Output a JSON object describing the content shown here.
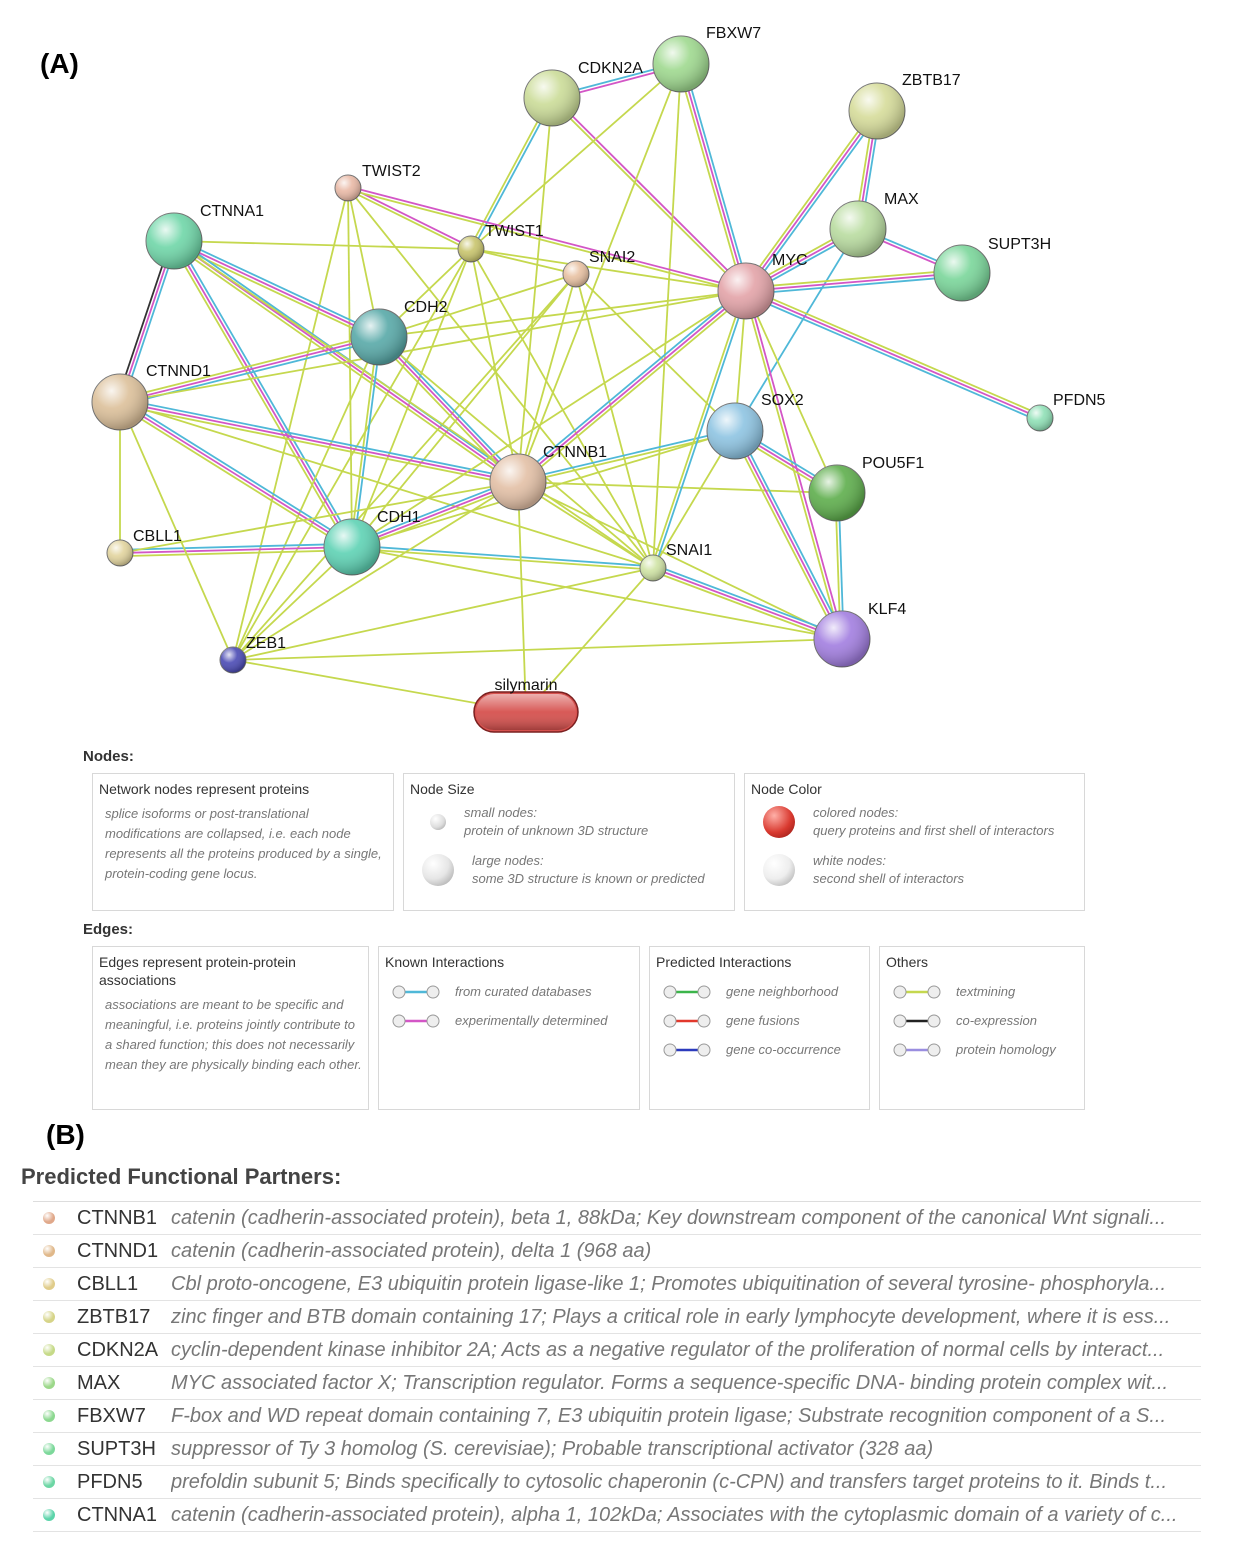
{
  "panel_a_label": "(A)",
  "panel_b_label": "(B)",
  "network": {
    "nodes": [
      {
        "id": "FBXW7",
        "label": "FBXW7",
        "color": "#9fd98f",
        "size": "large"
      },
      {
        "id": "CDKN2A",
        "label": "CDKN2A",
        "color": "#cbdc98",
        "size": "large"
      },
      {
        "id": "ZBTB17",
        "label": "ZBTB17",
        "color": "#d6dc9a",
        "size": "large"
      },
      {
        "id": "TWIST2",
        "label": "TWIST2",
        "color": "#e9b9a6",
        "size": "small"
      },
      {
        "id": "CTNNA1",
        "label": "CTNNA1",
        "color": "#6fd6a8",
        "size": "large"
      },
      {
        "id": "TWIST1",
        "label": "TWIST1",
        "color": "#c8c46c",
        "size": "small"
      },
      {
        "id": "SNAI2",
        "label": "SNAI2",
        "color": "#e8c1a2",
        "size": "small"
      },
      {
        "id": "MAX",
        "label": "MAX",
        "color": "#b9dca0",
        "size": "large"
      },
      {
        "id": "SUPT3H",
        "label": "SUPT3H",
        "color": "#7ad69a",
        "size": "large"
      },
      {
        "id": "MYC",
        "label": "MYC",
        "color": "#e3a3a8",
        "size": "large"
      },
      {
        "id": "CDH2",
        "label": "CDH2",
        "color": "#58a9a8",
        "size": "large"
      },
      {
        "id": "CTNND1",
        "label": "CTNND1",
        "color": "#dcc09a",
        "size": "large"
      },
      {
        "id": "PFDN5",
        "label": "PFDN5",
        "color": "#8fe0b6",
        "size": "small"
      },
      {
        "id": "SOX2",
        "label": "SOX2",
        "color": "#8ec4e2",
        "size": "large"
      },
      {
        "id": "CTNNB1",
        "label": "CTNNB1",
        "color": "#e3c0a6",
        "size": "large"
      },
      {
        "id": "POU5F1",
        "label": "POU5F1",
        "color": "#5eae4c",
        "size": "large"
      },
      {
        "id": "CBLL1",
        "label": "CBLL1",
        "color": "#e2d49e",
        "size": "small"
      },
      {
        "id": "CDH1",
        "label": "CDH1",
        "color": "#5ed2b4",
        "size": "large"
      },
      {
        "id": "SNAI1",
        "label": "SNAI1",
        "color": "#cfe3a4",
        "size": "small"
      },
      {
        "id": "KLF4",
        "label": "KLF4",
        "color": "#a27ee0",
        "size": "large"
      },
      {
        "id": "ZEB1",
        "label": "ZEB1",
        "color": "#4a4ab4",
        "size": "small"
      },
      {
        "id": "silymarin",
        "label": "silymarin",
        "color": "#d6514e",
        "size": "pill"
      }
    ],
    "edges": [
      {
        "from": "CDKN2A",
        "to": "FBXW7",
        "types": [
          "curated",
          "experimental"
        ]
      },
      {
        "from": "CDKN2A",
        "to": "MYC",
        "types": [
          "experimental",
          "textmining"
        ]
      },
      {
        "from": "CDKN2A",
        "to": "TWIST1",
        "types": [
          "curated",
          "textmining"
        ]
      },
      {
        "from": "CDKN2A",
        "to": "CTNNB1",
        "types": [
          "textmining"
        ]
      },
      {
        "from": "FBXW7",
        "to": "MYC",
        "types": [
          "curated",
          "experimental",
          "textmining"
        ]
      },
      {
        "from": "FBXW7",
        "to": "SNAI1",
        "types": [
          "textmining"
        ]
      },
      {
        "from": "FBXW7",
        "to": "TWIST1",
        "types": [
          "textmining"
        ]
      },
      {
        "from": "ZBTB17",
        "to": "MYC",
        "types": [
          "curated",
          "experimental",
          "textmining"
        ]
      },
      {
        "from": "ZBTB17",
        "to": "MAX",
        "types": [
          "curated",
          "experimental",
          "textmining"
        ]
      },
      {
        "from": "MAX",
        "to": "MYC",
        "types": [
          "curated",
          "experimental",
          "textmining"
        ]
      },
      {
        "from": "MAX",
        "to": "SUPT3H",
        "types": [
          "curated",
          "experimental"
        ]
      },
      {
        "from": "MAX",
        "to": "SOX2",
        "types": [
          "curated"
        ]
      },
      {
        "from": "SUPT3H",
        "to": "MYC",
        "types": [
          "curated",
          "experimental",
          "textmining"
        ]
      },
      {
        "from": "PFDN5",
        "to": "MYC",
        "types": [
          "curated",
          "experimental",
          "textmining"
        ]
      },
      {
        "from": "TWIST2",
        "to": "TWIST1",
        "types": [
          "experimental",
          "textmining"
        ]
      },
      {
        "from": "TWIST2",
        "to": "MYC",
        "types": [
          "experimental",
          "textmining"
        ]
      },
      {
        "from": "TWIST2",
        "to": "CDH1",
        "types": [
          "textmining"
        ]
      },
      {
        "from": "TWIST2",
        "to": "CDH2",
        "types": [
          "textmining"
        ]
      },
      {
        "from": "TWIST2",
        "to": "ZEB1",
        "types": [
          "textmining"
        ]
      },
      {
        "from": "TWIST2",
        "to": "SNAI1",
        "types": [
          "textmining"
        ]
      },
      {
        "from": "TWIST1",
        "to": "MYC",
        "types": [
          "textmining"
        ]
      },
      {
        "from": "TWIST1",
        "to": "SNAI2",
        "types": [
          "textmining"
        ]
      },
      {
        "from": "TWIST1",
        "to": "CDH1",
        "types": [
          "textmining"
        ]
      },
      {
        "from": "TWIST1",
        "to": "CDH2",
        "types": [
          "textmining"
        ]
      },
      {
        "from": "TWIST1",
        "to": "CTNNB1",
        "types": [
          "textmining"
        ]
      },
      {
        "from": "TWIST1",
        "to": "SNAI1",
        "types": [
          "textmining"
        ]
      },
      {
        "from": "TWIST1",
        "to": "ZEB1",
        "types": [
          "textmining"
        ]
      },
      {
        "from": "SNAI2",
        "to": "CDH1",
        "types": [
          "textmining"
        ]
      },
      {
        "from": "SNAI2",
        "to": "CDH2",
        "types": [
          "textmining"
        ]
      },
      {
        "from": "SNAI2",
        "to": "CTNNB1",
        "types": [
          "textmining"
        ]
      },
      {
        "from": "SNAI2",
        "to": "SNAI1",
        "types": [
          "textmining"
        ]
      },
      {
        "from": "SNAI2",
        "to": "ZEB1",
        "types": [
          "textmining"
        ]
      },
      {
        "from": "SNAI2",
        "to": "SOX2",
        "types": [
          "textmining"
        ]
      },
      {
        "from": "CTNNA1",
        "to": "CTNND1",
        "types": [
          "curated",
          "experimental",
          "coexpression"
        ]
      },
      {
        "from": "CTNNA1",
        "to": "CDH2",
        "types": [
          "curated",
          "experimental",
          "textmining"
        ]
      },
      {
        "from": "CTNNA1",
        "to": "CTNNB1",
        "types": [
          "curated",
          "experimental",
          "textmining"
        ]
      },
      {
        "from": "CTNNA1",
        "to": "CDH1",
        "types": [
          "curated",
          "experimental",
          "textmining"
        ]
      },
      {
        "from": "CTNNA1",
        "to": "TWIST1",
        "types": [
          "textmining"
        ]
      },
      {
        "from": "CTNNA1",
        "to": "SNAI1",
        "types": [
          "textmining"
        ]
      },
      {
        "from": "CDH2",
        "to": "CTNND1",
        "types": [
          "curated",
          "experimental",
          "textmining"
        ]
      },
      {
        "from": "CDH2",
        "to": "CTNNB1",
        "types": [
          "curated",
          "experimental",
          "textmining"
        ]
      },
      {
        "from": "CDH2",
        "to": "CDH1",
        "types": [
          "curated",
          "textmining"
        ]
      },
      {
        "from": "CDH2",
        "to": "MYC",
        "types": [
          "textmining"
        ]
      },
      {
        "from": "CDH2",
        "to": "SNAI1",
        "types": [
          "textmining"
        ]
      },
      {
        "from": "CDH2",
        "to": "ZEB1",
        "types": [
          "textmining"
        ]
      },
      {
        "from": "CTNND1",
        "to": "CTNNB1",
        "types": [
          "curated",
          "experimental",
          "textmining"
        ]
      },
      {
        "from": "CTNND1",
        "to": "CDH1",
        "types": [
          "curated",
          "experimental",
          "textmining"
        ]
      },
      {
        "from": "CTNND1",
        "to": "CBLL1",
        "types": [
          "textmining"
        ]
      },
      {
        "from": "CTNND1",
        "to": "SNAI1",
        "types": [
          "textmining"
        ]
      },
      {
        "from": "CBLL1",
        "to": "CDH1",
        "types": [
          "curated",
          "experimental",
          "textmining"
        ]
      },
      {
        "from": "CBLL1",
        "to": "CTNNB1",
        "types": [
          "textmining"
        ]
      },
      {
        "from": "CDH1",
        "to": "CTNNB1",
        "types": [
          "curated",
          "experimental",
          "textmining"
        ]
      },
      {
        "from": "CDH1",
        "to": "SNAI1",
        "types": [
          "curated",
          "textmining"
        ]
      },
      {
        "from": "CDH1",
        "to": "MYC",
        "types": [
          "textmining"
        ]
      },
      {
        "from": "CDH1",
        "to": "SOX2",
        "types": [
          "textmining"
        ]
      },
      {
        "from": "CDH1",
        "to": "ZEB1",
        "types": [
          "textmining"
        ]
      },
      {
        "from": "CDH1",
        "to": "KLF4",
        "types": [
          "textmining"
        ]
      },
      {
        "from": "CTNNB1",
        "to": "MYC",
        "types": [
          "curated",
          "experimental",
          "textmining"
        ]
      },
      {
        "from": "CTNNB1",
        "to": "SOX2",
        "types": [
          "curated",
          "textmining"
        ]
      },
      {
        "from": "CTNNB1",
        "to": "POU5F1",
        "types": [
          "textmining"
        ]
      },
      {
        "from": "CTNNB1",
        "to": "SNAI1",
        "types": [
          "textmining"
        ]
      },
      {
        "from": "CTNNB1",
        "to": "KLF4",
        "types": [
          "textmining"
        ]
      },
      {
        "from": "CTNNB1",
        "to": "ZEB1",
        "types": [
          "textmining"
        ]
      },
      {
        "from": "CTNNB1",
        "to": "silymarin",
        "types": [
          "textmining"
        ]
      },
      {
        "from": "CTNNB1",
        "to": "FBXW7",
        "types": [
          "textmining"
        ]
      },
      {
        "from": "MYC",
        "to": "SOX2",
        "types": [
          "textmining"
        ]
      },
      {
        "from": "MYC",
        "to": "POU5F1",
        "types": [
          "textmining"
        ]
      },
      {
        "from": "MYC",
        "to": "KLF4",
        "types": [
          "experimental",
          "textmining"
        ]
      },
      {
        "from": "MYC",
        "to": "SNAI1",
        "types": [
          "curated",
          "textmining"
        ]
      },
      {
        "from": "MYC",
        "to": "CTNND1",
        "types": [
          "textmining"
        ]
      },
      {
        "from": "SOX2",
        "to": "POU5F1",
        "types": [
          "curated",
          "experimental",
          "textmining"
        ]
      },
      {
        "from": "SOX2",
        "to": "KLF4",
        "types": [
          "curated",
          "experimental",
          "textmining"
        ]
      },
      {
        "from": "SOX2",
        "to": "SNAI1",
        "types": [
          "textmining"
        ]
      },
      {
        "from": "POU5F1",
        "to": "KLF4",
        "types": [
          "curated",
          "textmining"
        ]
      },
      {
        "from": "SNAI1",
        "to": "KLF4",
        "types": [
          "curated",
          "experimental",
          "textmining"
        ]
      },
      {
        "from": "SNAI1",
        "to": "silymarin",
        "types": [
          "textmining"
        ]
      },
      {
        "from": "SNAI1",
        "to": "ZEB1",
        "types": [
          "textmining"
        ]
      },
      {
        "from": "ZEB1",
        "to": "silymarin",
        "types": [
          "textmining"
        ]
      },
      {
        "from": "ZEB1",
        "to": "KLF4",
        "types": [
          "textmining"
        ]
      },
      {
        "from": "ZEB1",
        "to": "CTNND1",
        "types": [
          "textmining"
        ]
      }
    ],
    "edge_colors": {
      "curated": "#4fb8d8",
      "experimental": "#d356c6",
      "textmining": "#c5d84e",
      "coexpression": "#333333"
    }
  },
  "legend": {
    "nodes_title": "Nodes:",
    "edges_title": "Edges:",
    "box1": {
      "title": "Network nodes represent proteins",
      "desc": "splice isoforms or post-translational modifications are collapsed, i.e. each node represents all the proteins produced by a single, protein-coding gene locus."
    },
    "box2": {
      "title": "Node Size",
      "small_title": "small nodes:",
      "small_desc": "protein of unknown 3D structure",
      "large_title": "large nodes:",
      "large_desc": "some 3D structure is known or predicted"
    },
    "box3": {
      "title": "Node Color",
      "colored_title": "colored nodes:",
      "colored_desc": "query proteins and first shell of interactors",
      "white_title": "white nodes:",
      "white_desc": "second shell of interactors"
    },
    "box4": {
      "title": "Edges represent protein-protein associations",
      "desc": "associations are meant to be specific and meaningful, i.e. proteins jointly contribute to a shared function; this does not necessarily mean they are physically binding each other."
    },
    "box5": {
      "title": "Known Interactions",
      "items": [
        {
          "label": "from curated databases",
          "color": "#4fb8d8"
        },
        {
          "label": "experimentally determined",
          "color": "#d356c6"
        }
      ]
    },
    "box6": {
      "title": "Predicted Interactions",
      "items": [
        {
          "label": "gene neighborhood",
          "color": "#3bb54a"
        },
        {
          "label": "gene fusions",
          "color": "#e2382c"
        },
        {
          "label": "gene co-occurrence",
          "color": "#2c3bbd"
        }
      ]
    },
    "box7": {
      "title": "Others",
      "items": [
        {
          "label": "textmining",
          "color": "#c5d84e"
        },
        {
          "label": "co-expression",
          "color": "#222222"
        },
        {
          "label": "protein homology",
          "color": "#9a8ee0"
        }
      ]
    }
  },
  "partners": {
    "title": "Predicted Functional Partners:",
    "rows": [
      {
        "name": "CTNNB1",
        "desc": "catenin (cadherin-associated protein), beta 1, 88kDa; Key downstream component of the canonical Wnt signali...",
        "dot": "#e0a88a"
      },
      {
        "name": "CTNND1",
        "desc": "catenin (cadherin-associated protein), delta 1 (968 aa)",
        "dot": "#e0b88a"
      },
      {
        "name": "CBLL1",
        "desc": "Cbl proto-oncogene, E3 ubiquitin protein ligase-like 1; Promotes ubiquitination of several tyrosine- phosphoryla...",
        "dot": "#e0cc8a"
      },
      {
        "name": "ZBTB17",
        "desc": "zinc finger and BTB domain containing 17; Plays a critical role in early lymphocyte development, where it is ess...",
        "dot": "#d6d488"
      },
      {
        "name": "CDKN2A",
        "desc": "cyclin-dependent kinase inhibitor 2A; Acts as a negative regulator of the proliferation of normal cells by interact...",
        "dot": "#c6da88"
      },
      {
        "name": "MAX",
        "desc": "MYC associated factor X; Transcription regulator. Forms a sequence-specific DNA- binding protein complex wit...",
        "dot": "#9cd88a"
      },
      {
        "name": "FBXW7",
        "desc": "F-box and WD repeat domain containing 7, E3 ubiquitin protein ligase; Substrate recognition component of a S...",
        "dot": "#8cd890"
      },
      {
        "name": "SUPT3H",
        "desc": "suppressor of Ty 3 homolog (S. cerevisiae); Probable transcriptional activator (328 aa)",
        "dot": "#7cd89a"
      },
      {
        "name": "PFDN5",
        "desc": "prefoldin subunit 5; Binds specifically to cytosolic chaperonin (c-CPN) and transfers target proteins to it. Binds t...",
        "dot": "#6cd6a4"
      },
      {
        "name": "CTNNA1",
        "desc": "catenin (cadherin-associated protein), alpha 1, 102kDa; Associates with the cytoplasmic domain of a variety of c...",
        "dot": "#5cd4aa"
      }
    ]
  }
}
